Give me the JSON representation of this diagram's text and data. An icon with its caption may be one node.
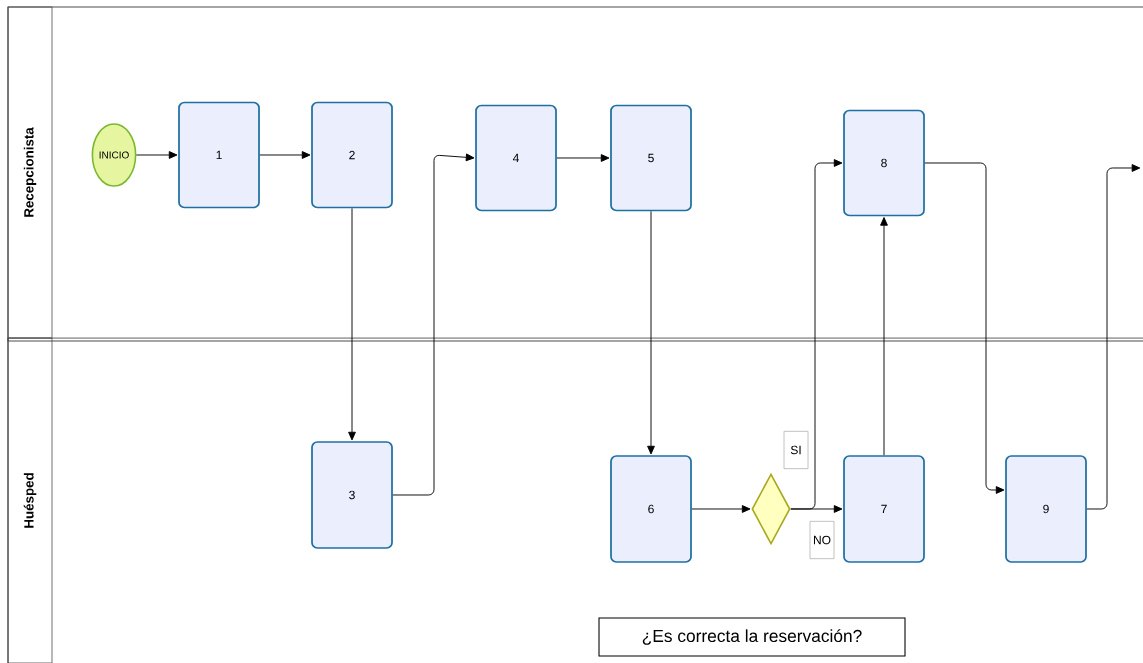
{
  "diagram": {
    "nodes": [
      {
        "text": [
          "Recepcionista"
        ]
      },
      {
        "text": [
          "Huésped"
        ]
      },
      {
        "text": [
          "INICIO"
        ],
        "in": 0
      },
      {
        "text": [
          "1"
        ],
        "in": 0
      },
      {
        "text": [
          "2"
        ],
        "in": 0
      },
      {
        "text": [
          "3"
        ],
        "in": 1
      },
      {
        "text": [
          "4"
        ],
        "in": 0
      },
      {
        "text": [
          "5"
        ],
        "in": 0
      },
      {
        "text": [
          "6"
        ],
        "in": 1
      },
      {
        "text": [],
        "shape": "diamond",
        "in": 1
      },
      {
        "text": [
          "7"
        ],
        "in": 1
      },
      {
        "text": [
          "8"
        ],
        "in": 0
      },
      {
        "text": [
          "9"
        ],
        "in": 1
      },
      {
        "text": [
          "¿Es correcta la reservación?"
        ],
        "in": 1
      }
    ],
    "edges": [
      {
        "from": 2,
        "to": 3,
        "arrow": "to"
      },
      {
        "from": 3,
        "to": 4,
        "arrow": "to"
      },
      {
        "from": 4,
        "to": 5,
        "arrow": "to"
      },
      {
        "from": 5,
        "to": 6,
        "arrow": "to"
      },
      {
        "from": 6,
        "to": 7,
        "arrow": "to"
      },
      {
        "from": 7,
        "to": 8,
        "arrow": "to"
      },
      {
        "from": 8,
        "to": 9,
        "arrow": "to"
      },
      {
        "from": 9,
        "to": 11,
        "arrow": "to",
        "label": "SI"
      },
      {
        "from": 9,
        "to": 10,
        "arrow": "to",
        "label": "NO"
      },
      {
        "from": 10,
        "to": 11,
        "arrow": "to"
      },
      {
        "from": 11,
        "to": 12,
        "arrow": "to"
      },
      {
        "from": 12,
        "to": 0,
        "arrow": "to"
      }
    ]
  }
}
